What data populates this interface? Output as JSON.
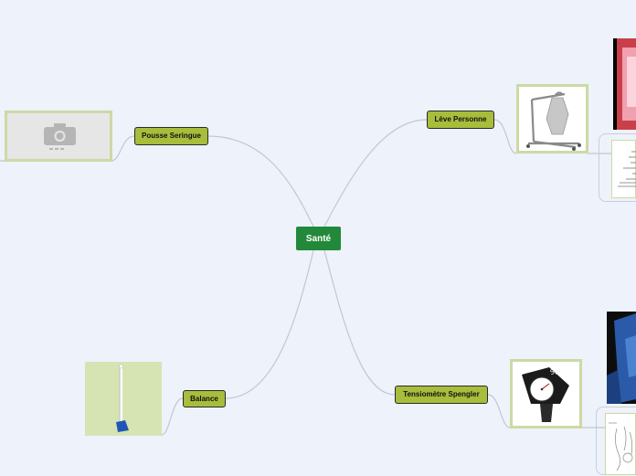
{
  "mindmap": {
    "root": {
      "label": "Santé"
    },
    "branches": [
      {
        "key": "pousse_seringue",
        "label": "Pousse Seringue",
        "image": "camera-placeholder-icon"
      },
      {
        "key": "leve_personne",
        "label": "Lève Personne",
        "image": "patient-lift-photo"
      },
      {
        "key": "balance",
        "label": "Balance",
        "image": "scale-photo"
      },
      {
        "key": "tensiometre",
        "label": "Tensiomètre Spengler",
        "image": "sphygmomanometer-photo",
        "brand": "Spengler"
      }
    ]
  },
  "colors": {
    "background": "#eef2fa",
    "root": "#23893a",
    "branch": "#a7bd3b",
    "connector": "#c2c7d0",
    "thumb_border": "#cdd9a5"
  }
}
